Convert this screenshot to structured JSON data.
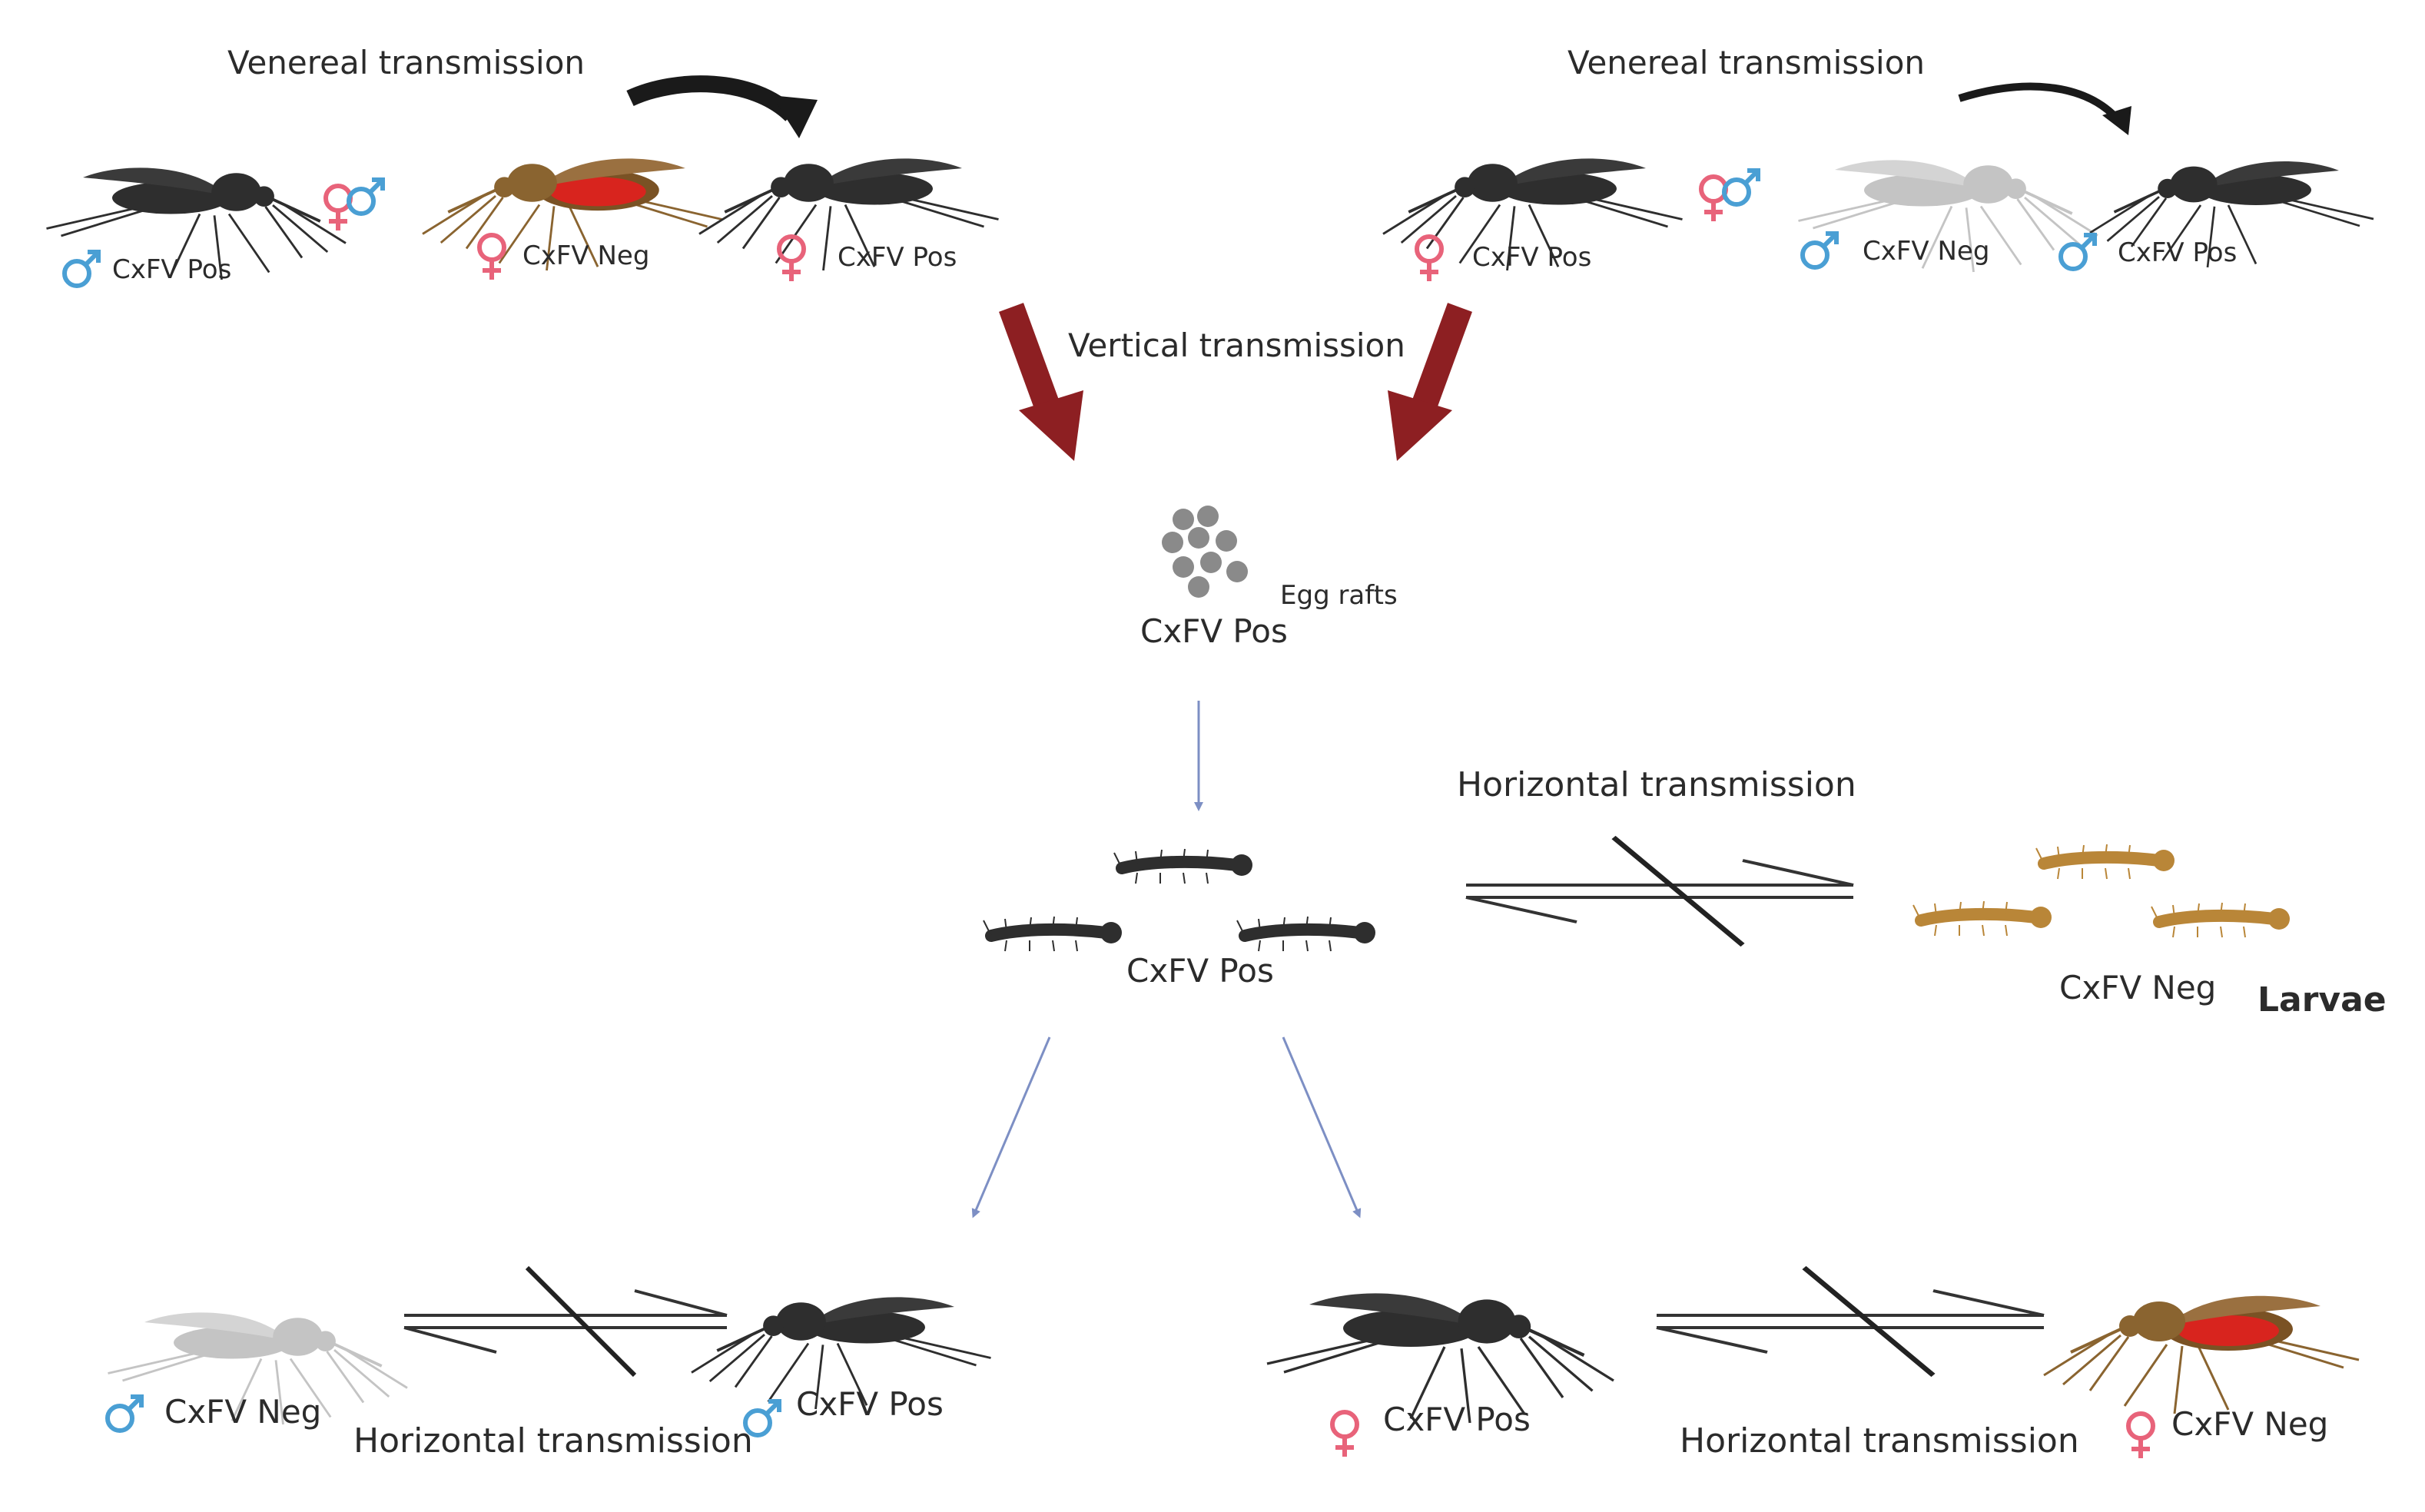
{
  "colors": {
    "male": "#4a9fd4",
    "female": "#e8637a",
    "mosquito_dark": "#2e2e2e",
    "mosquito_light": "#c4c4c4",
    "mosquito_brown": "#8a6430",
    "blood": "#d8241e",
    "larva_brown": "#b98638",
    "vertical_arrow": "#8d1f22",
    "flow_arrow": "#7d8fc4",
    "egg": "#8a8a8a"
  },
  "top_left": {
    "heading": "Venereal transmission",
    "male_label": "CxFV Pos",
    "female_neg_label": "CxFV Neg",
    "female_pos_label": "CxFV Pos"
  },
  "top_right": {
    "heading": "Venereal transmission",
    "female_label": "CxFV Pos",
    "male_neg_label": "CxFV Neg",
    "male_pos_label": "CxFV Pos"
  },
  "vertical": {
    "label": "Vertical transmission"
  },
  "eggs": {
    "caption": "Egg rafts",
    "label": "CxFV Pos"
  },
  "larvae": {
    "heading": "Horizontal transmission",
    "pos_label": "CxFV Pos",
    "neg_label": "CxFV Neg",
    "stage_label": "Larvae"
  },
  "bottom_left": {
    "neg_label": "CxFV Neg",
    "heading": "Horizontal transmission",
    "pos_label": "CxFV Pos"
  },
  "bottom_right": {
    "pos_label": "CxFV Pos",
    "heading": "Horizontal transmission",
    "neg_label": "CxFV Neg"
  }
}
